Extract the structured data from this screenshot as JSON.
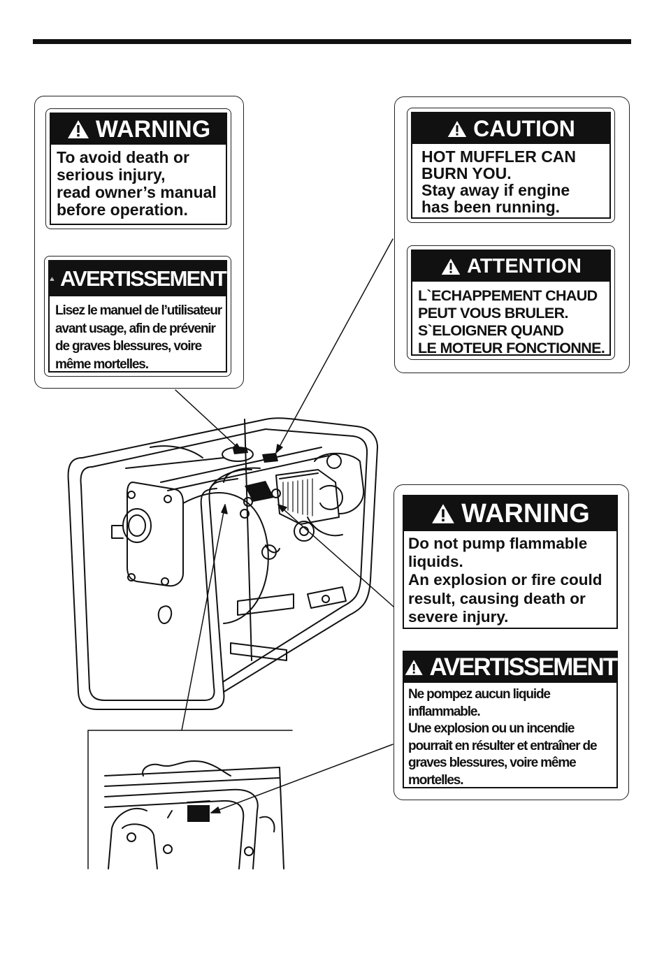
{
  "labels": {
    "warning_manual": {
      "header": "WARNING",
      "lines": [
        "To avoid death or",
        "serious injury,",
        "read owner’s manual",
        "before operation."
      ]
    },
    "avert_manual": {
      "header": "AVERTISSEMENT",
      "lines": [
        "Lisez le manuel de l’utilisateur",
        "avant usage, afin de prévenir",
        "de graves blessures, voire",
        "même mortelles."
      ]
    },
    "caution_muffler": {
      "header": "CAUTION",
      "lines": [
        "HOT MUFFLER CAN",
        "BURN YOU.",
        "Stay away if engine",
        "has been running."
      ]
    },
    "attention_muffler": {
      "header": "ATTENTION",
      "lines": [
        "L`ECHAPPEMENT CHAUD",
        "PEUT VOUS BRULER.",
        "S`ELOIGNER QUAND",
        "LE MOTEUR FONCTIONNE."
      ]
    },
    "warning_flammable": {
      "header": "WARNING",
      "lines": [
        "Do not pump flammable",
        "liquids.",
        "An explosion or fire could",
        "result, causing death or",
        "severe injury."
      ]
    },
    "avert_flammable": {
      "header": "AVERTISSEMENT",
      "lines": [
        "Ne pompez aucun liquide",
        "inflammable.",
        "Une explosion ou un incendie",
        "pourrait en résulter et entraîner de",
        "graves blessures, voire même",
        "mortelles."
      ]
    }
  },
  "icons": {
    "hazard": "warning-triangle-icon"
  }
}
